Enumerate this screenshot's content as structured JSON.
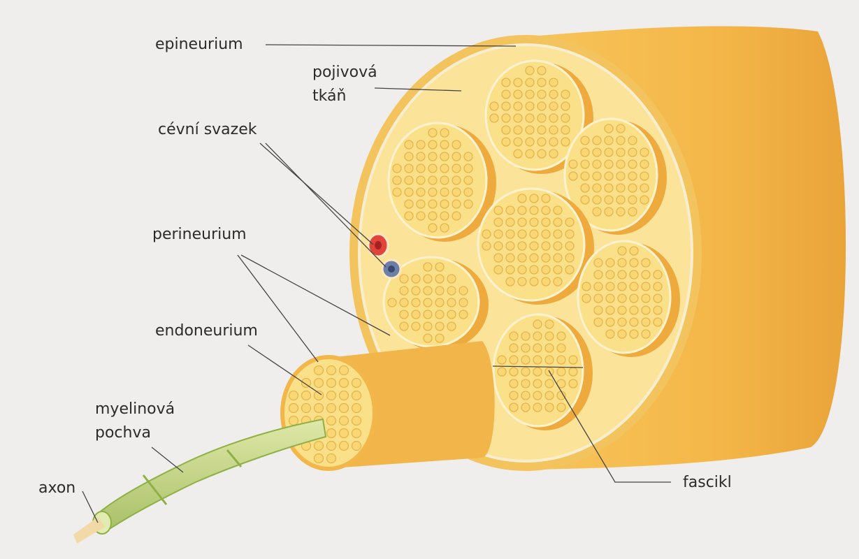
{
  "labels": {
    "epineurium": "epineurium",
    "connective_tissue_line1": "pojivová",
    "connective_tissue_line2": "tkáň",
    "vascular_bundle": "cévní svazek",
    "perineurium": "perineurium",
    "endoneurium": "endoneurium",
    "myelin_sheath_line1": "myelinová",
    "myelin_sheath_line2": "pochva",
    "axon": "axon",
    "fascicle": "fascikl"
  },
  "colors": {
    "background": "#efeeec",
    "nerve_outer": "#f2b64a",
    "nerve_face": "#fbe39a",
    "fascicle_face": "#fbe08a",
    "fascicle_side": "#eeaa3c",
    "fiber": "#f9d775",
    "artery": "#e0443a",
    "vein": "#6b7fa8",
    "myelin": "#c9d98a",
    "axon": "#f1d9a8"
  }
}
